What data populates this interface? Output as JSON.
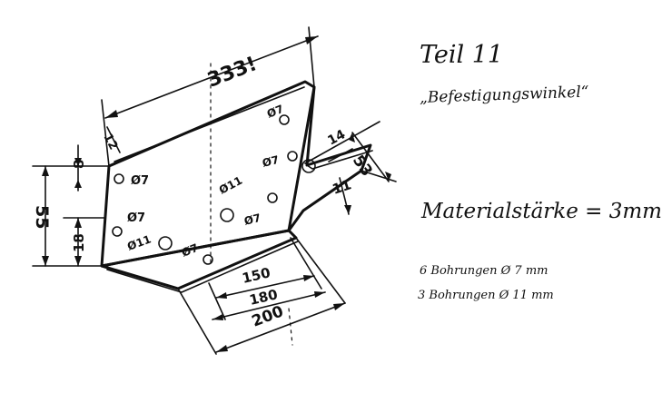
{
  "notes": {
    "title": "Teil 11",
    "subtitle": "„Befestigungswinkel“",
    "material": "Materialstärke = 3mm",
    "holes_7": "6 Bohrungen Ø 7 mm",
    "holes_11": "3 Bohrungen Ø 11 mm"
  },
  "dimensions": {
    "d333": "333!",
    "d12": "12",
    "d8": "8",
    "d55": "55",
    "d18": "18",
    "d14": "14",
    "d53": "53",
    "d11": "11",
    "d150": "150",
    "d180": "180",
    "d200": "200"
  },
  "hole_labels": {
    "h7_a": "Ø7",
    "h7_b": "Ø7",
    "h7_c": "Ø7",
    "h7_d": "Ø7",
    "h7_e": "Ø7",
    "h7_f": "Ø7",
    "h11_a": "Ø11",
    "h11_b": "Ø11"
  }
}
